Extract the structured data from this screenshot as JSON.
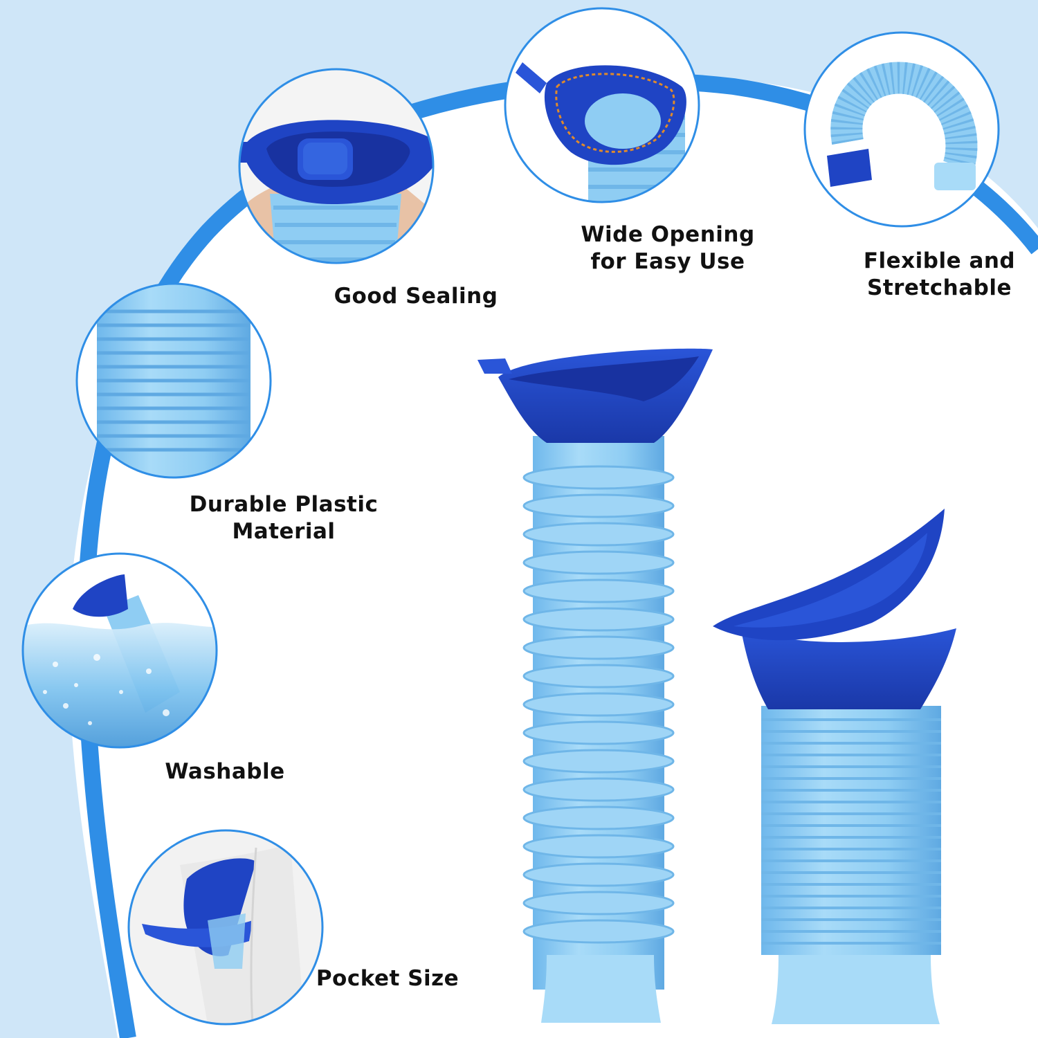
{
  "colors": {
    "arc_blue": "#2f8ee6",
    "background_tint": "#cfe6f8",
    "product_dark_blue": "#1f44c4",
    "product_light_blue": "#8fcdf3"
  },
  "features": [
    {
      "id": "good-sealing",
      "lines": [
        "Good Sealing"
      ],
      "icon": "funnel-lid-closeup"
    },
    {
      "id": "wide-opening",
      "lines": [
        "Wide Opening",
        "for Easy Use"
      ],
      "icon": "funnel-opening-closeup"
    },
    {
      "id": "flexible",
      "lines": [
        "Flexible and",
        "Stretchable"
      ],
      "icon": "bent-tube-closeup"
    },
    {
      "id": "durable",
      "lines": [
        "Durable Plastic",
        "Material"
      ],
      "icon": "ribbed-tube-closeup"
    },
    {
      "id": "washable",
      "lines": [
        "Washable"
      ],
      "icon": "tube-in-water"
    },
    {
      "id": "pocket-size",
      "lines": [
        "Pocket Size"
      ],
      "icon": "funnel-in-pocket"
    }
  ]
}
